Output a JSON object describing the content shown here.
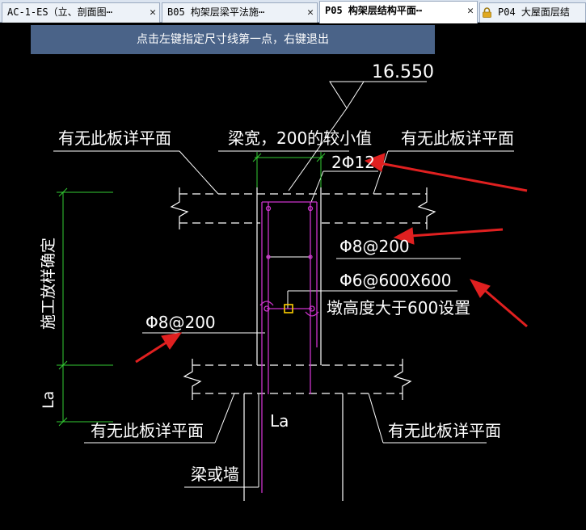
{
  "tabs": [
    {
      "label": "AC-1-ES（立、剖面图⋯",
      "active": false,
      "close": "✕"
    },
    {
      "label": "B05 构架层梁平法施⋯",
      "active": false,
      "close": "✕"
    },
    {
      "label": "P05 构架层结构平面⋯",
      "active": true,
      "close": "✕"
    },
    {
      "label": "P04 大屋面层结",
      "active": false,
      "locked": true
    }
  ],
  "command_prompt": "点击左键指定尺寸线第一点，右键退出",
  "drawing": {
    "elevation": "16.550",
    "note_width": "梁宽，200的较小值",
    "board_left_top": "有无此板详平面",
    "board_right_top": "有无此板详平面",
    "board_left_bottom": "有无此板详平面",
    "board_right_bottom": "有无此板详平面",
    "top_rebar": "2Φ12",
    "stirrup_right": "Φ8@200",
    "tie_rebar": "Φ6@600X600",
    "tie_note": "墩高度大于600设置",
    "stirrup_left": "Φ8@200",
    "vertical_dim": "施工放样确定",
    "anchor_left": "La",
    "anchor_center": "La",
    "beam_or_wall": "梁或墙"
  },
  "colors": {
    "cad_background": "#000000",
    "rebar_magenta": "#cc33cc",
    "dimension_green": "#33cc33",
    "arrow_red": "#e02020",
    "prompt_bg": "#4a6388",
    "tie_marker": "#ffd000"
  }
}
